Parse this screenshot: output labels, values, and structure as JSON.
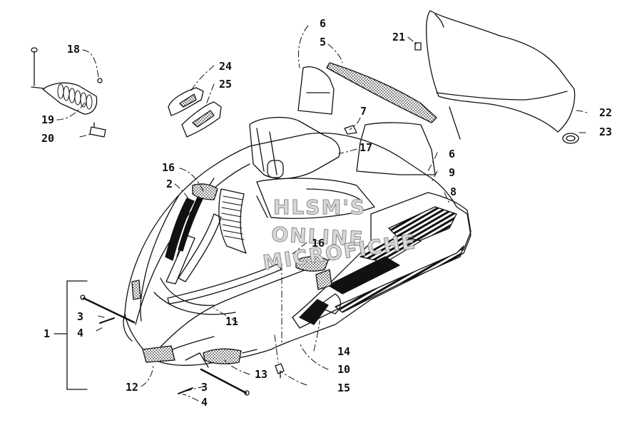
{
  "diagram": {
    "watermark": [
      "HLSM'S",
      "ONLINE",
      "MICROFICHE"
    ],
    "callouts": [
      {
        "id": "c1",
        "label": "1"
      },
      {
        "id": "c2",
        "label": "2"
      },
      {
        "id": "c3a",
        "label": "3"
      },
      {
        "id": "c3b",
        "label": "3"
      },
      {
        "id": "c4a",
        "label": "4"
      },
      {
        "id": "c4b",
        "label": "4"
      },
      {
        "id": "c5",
        "label": "5"
      },
      {
        "id": "c6a",
        "label": "6"
      },
      {
        "id": "c6b",
        "label": "6"
      },
      {
        "id": "c7",
        "label": "7"
      },
      {
        "id": "c8",
        "label": "8"
      },
      {
        "id": "c9",
        "label": "9"
      },
      {
        "id": "c10",
        "label": "10"
      },
      {
        "id": "c11",
        "label": "11"
      },
      {
        "id": "c12",
        "label": "12"
      },
      {
        "id": "c13",
        "label": "13"
      },
      {
        "id": "c14",
        "label": "14"
      },
      {
        "id": "c15",
        "label": "15"
      },
      {
        "id": "c16a",
        "label": "16"
      },
      {
        "id": "c16b",
        "label": "16"
      },
      {
        "id": "c17",
        "label": "17"
      },
      {
        "id": "c18",
        "label": "18"
      },
      {
        "id": "c19",
        "label": "19"
      },
      {
        "id": "c20",
        "label": "20"
      },
      {
        "id": "c21",
        "label": "21"
      },
      {
        "id": "c22",
        "label": "22"
      },
      {
        "id": "c23",
        "label": "23"
      },
      {
        "id": "c24",
        "label": "24"
      },
      {
        "id": "c25",
        "label": "25"
      }
    ]
  }
}
